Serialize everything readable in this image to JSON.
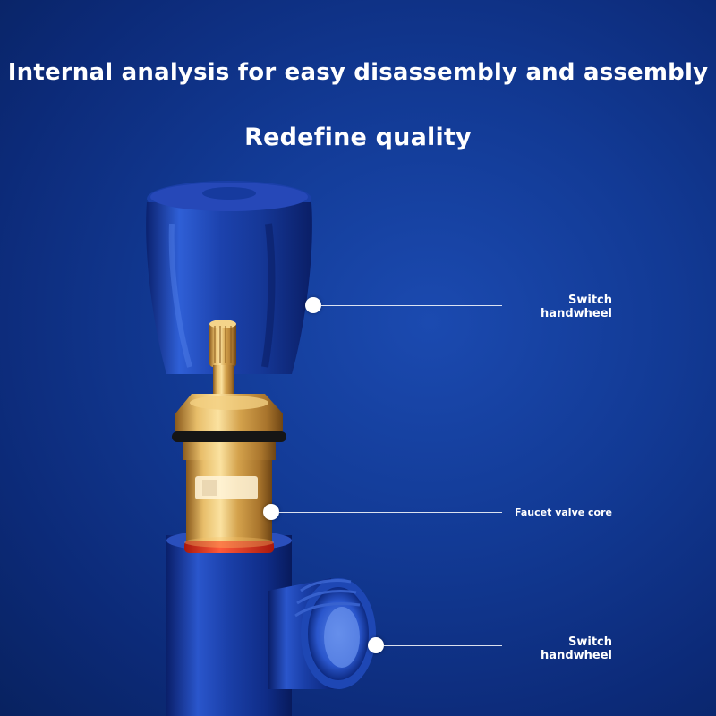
{
  "headline": {
    "line1": "Internal analysis for easy disassembly and assembly",
    "line2": "Redefine quality"
  },
  "callouts": [
    {
      "lines": [
        "Switch",
        "handwheel"
      ]
    },
    {
      "lines": [
        "Faucet valve core"
      ]
    },
    {
      "lines": [
        "Switch",
        "handwheel"
      ]
    }
  ],
  "colors": {
    "background": "#123a95",
    "handwheel_blue": "#1a3fa8",
    "brass": "#d4a24c",
    "red_seal": "#e0301e",
    "callout": "#ffffff"
  }
}
